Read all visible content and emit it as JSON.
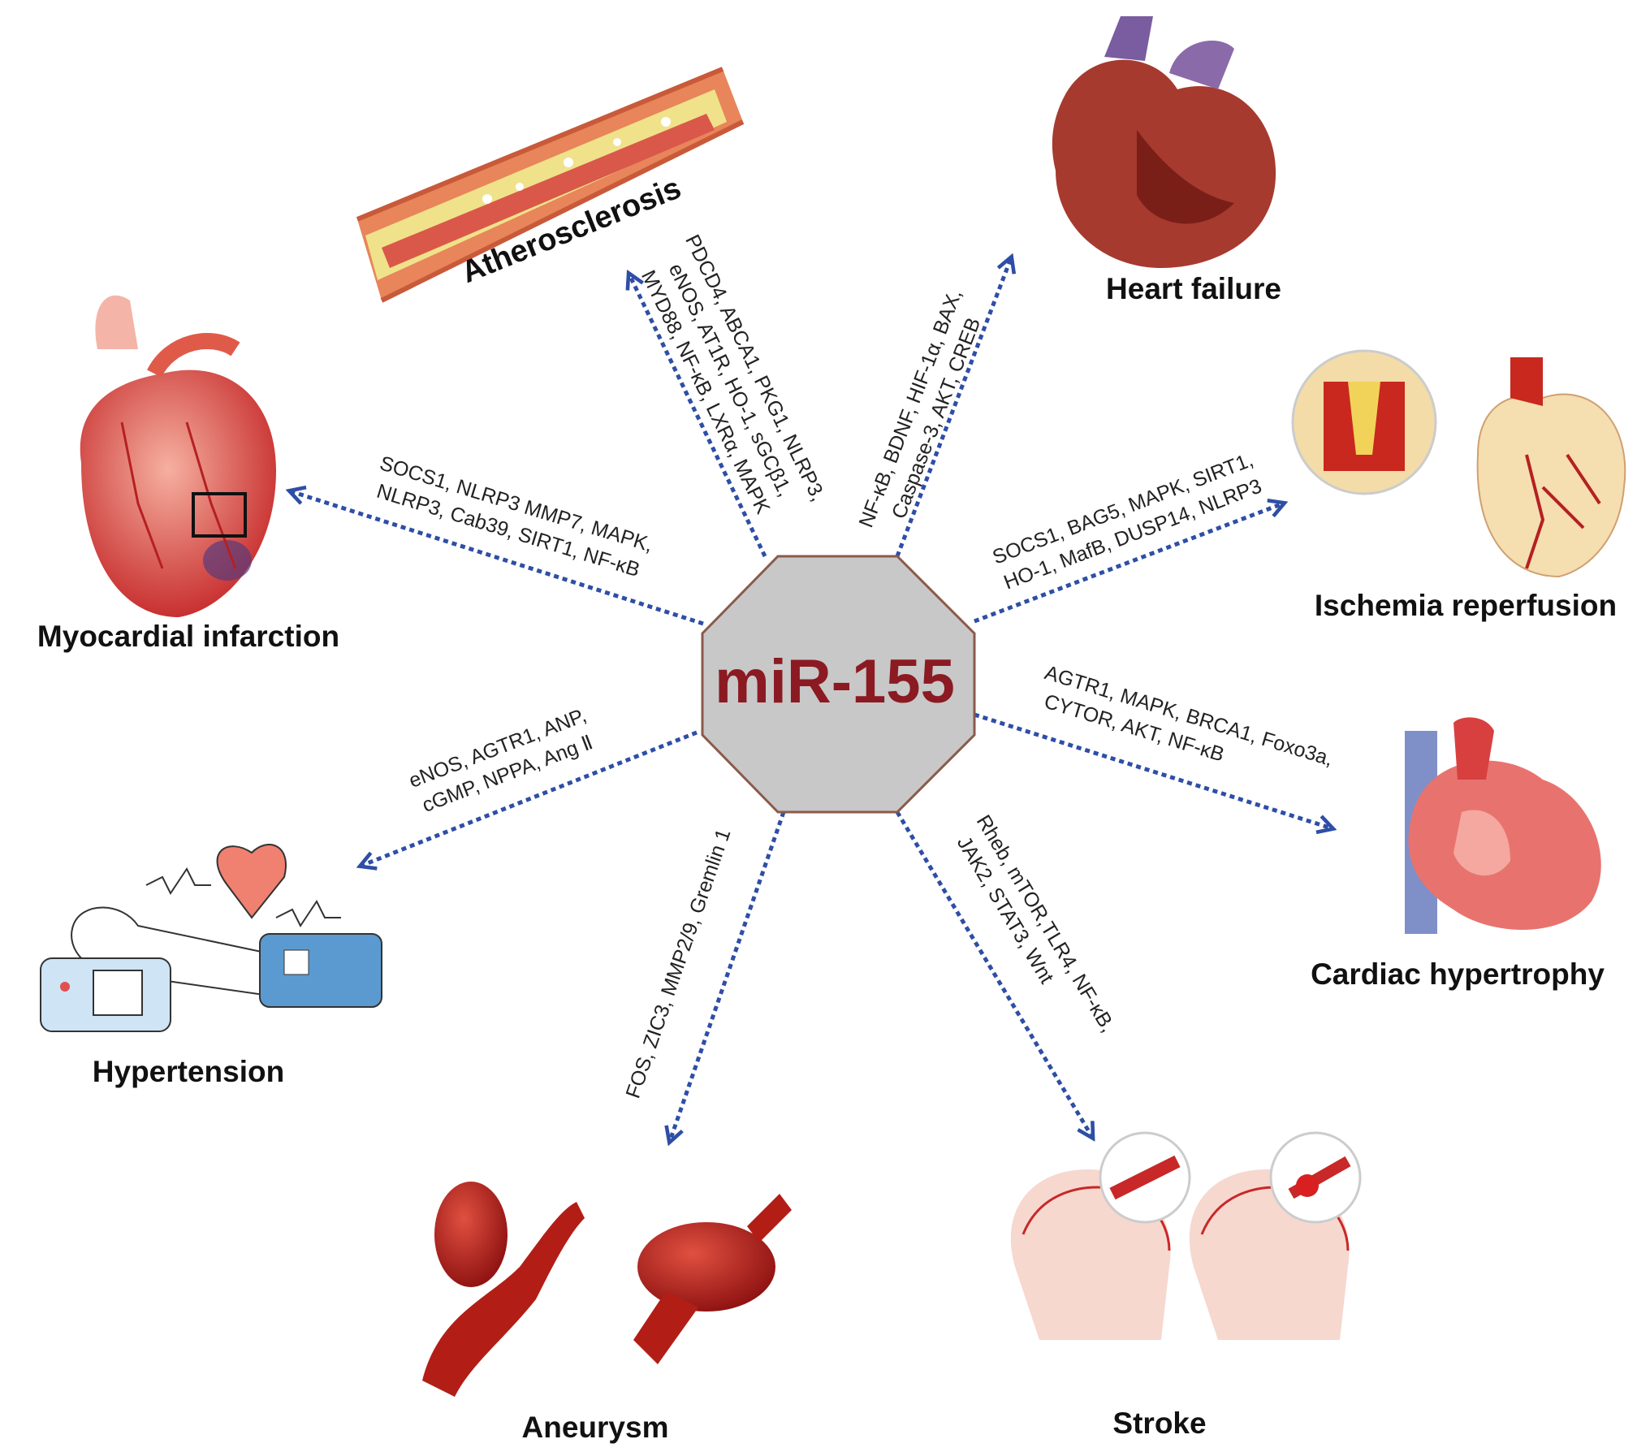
{
  "center": {
    "label": "miR-155",
    "fill": "#c8c8c8",
    "border": "#8b5a4a",
    "text_color": "#8b1a22"
  },
  "arrow_color": "#2e4ea6",
  "branches": [
    {
      "id": "atherosclerosis",
      "disease": "Atherosclerosis",
      "genes": [
        "PDCD4, ABCA1, PKG1, NLRP3,",
        "eNOS, AT1R, HO-1, sGCβ1,",
        "MYD88, NF-κB, LXRα, MAPK"
      ]
    },
    {
      "id": "heart-failure",
      "disease": "Heart failure",
      "genes": [
        "NF-κB, BDNF, HIF-1α, BAX,",
        "Caspase-3, AKT, CREB"
      ]
    },
    {
      "id": "ischemia-reperfusion",
      "disease": "Ischemia reperfusion",
      "genes": [
        "SOCS1, BAG5, MAPK, SIRT1,",
        "HO-1, MafB, DUSP14, NLRP3"
      ]
    },
    {
      "id": "cardiac-hypertrophy",
      "disease": "Cardiac hypertrophy",
      "genes": [
        "AGTR1, MAPK, BRCA1, Foxo3a,",
        "CYTOR, AKT, NF-κB"
      ]
    },
    {
      "id": "stroke",
      "disease": "Stroke",
      "genes": [
        "Rheb, mTOR,TLR4, NF-κB,",
        "JAK2, STAT3, Wnt"
      ]
    },
    {
      "id": "aneurysm",
      "disease": "Aneurysm",
      "genes": [
        "FOS, ZIC3, MMP2/9, Gremlin 1"
      ]
    },
    {
      "id": "hypertension",
      "disease": "Hypertension",
      "genes": [
        "eNOS, AGTR1, ANP,",
        "cGMP, NPPA, Ang Ⅱ"
      ]
    },
    {
      "id": "myocardial-infarction",
      "disease": "Myocardial infarction",
      "genes": [
        "SOCS1, NLRP3 MMP7, MAPK,",
        "NLRP3, Cab39, SIRT1, NF-κB"
      ]
    }
  ]
}
